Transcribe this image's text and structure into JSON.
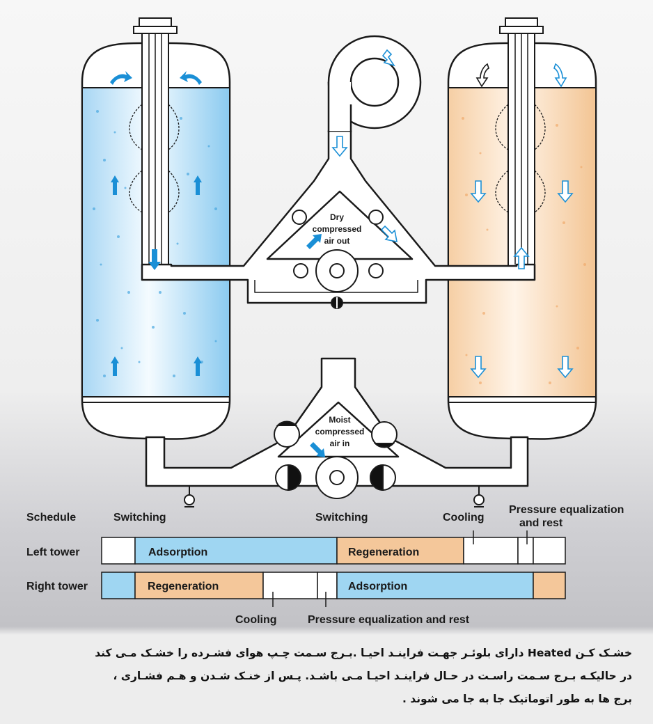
{
  "diagram": {
    "dry_air_label": [
      "Dry",
      "compressed",
      "air out"
    ],
    "moist_air_label": [
      "Moist",
      "compressed",
      "air in"
    ]
  },
  "schedule": {
    "header": "Schedule",
    "switching_left": "Switching",
    "switching_mid": "Switching",
    "cooling_top": "Cooling",
    "pressure_top": [
      "Pressure equalization",
      "and rest"
    ],
    "left_tower_label": "Left tower",
    "right_tower_label": "Right tower",
    "left_bar": {
      "adsorption": "Adsorption",
      "regeneration": "Regeneration"
    },
    "right_bar": {
      "regeneration": "Regeneration",
      "adsorption": "Adsorption"
    },
    "cooling_bottom": "Cooling",
    "pressure_bottom": "Pressure equalization and rest"
  },
  "colors": {
    "adsorption_blue": "#9fd6f2",
    "regeneration_orange": "#f4c79a",
    "arrow_blue": "#1a8fd6"
  },
  "caption": {
    "line1": "خشـک کـن Heated دارای بلوئـر جهـت فراینـد احیـا .بـرج سـمت چـپ هوای فشـرده را خشـک مـی کند",
    "line2": "در حالیکـه بـرج سـمت راسـت در حـال فراینـد احیـا مـی باشـد. پـس از خنـک شـدن و هـم فشـاری ،",
    "line3": "برج ها به طور اتوماتیک جا به جا می شوند ."
  }
}
